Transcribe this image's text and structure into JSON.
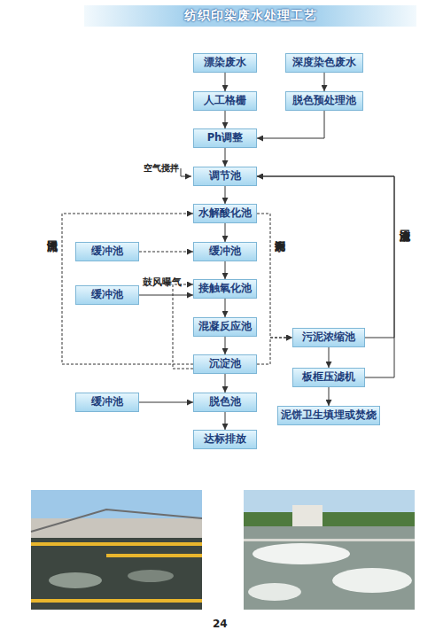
{
  "diagram": {
    "title": "纺织印染废水处理工艺",
    "nodes": [
      {
        "text": [
          "漂染废水"
        ]
      },
      {
        "text": [
          "深度染色废水"
        ]
      },
      {
        "text": [
          "人工格栅"
        ]
      },
      {
        "text": [
          "脱色预处理池"
        ]
      },
      {
        "text": [
          "Ph调整"
        ]
      },
      {
        "text": [
          "调节池"
        ]
      },
      {
        "text": [
          "水解酸化池"
        ]
      },
      {
        "text": [
          "缓冲池"
        ]
      },
      {
        "text": [
          "缓冲池"
        ]
      },
      {
        "text": [
          "缓冲池"
        ]
      },
      {
        "text": [
          "接触氧化池"
        ]
      },
      {
        "text": [
          "混凝反应池"
        ]
      },
      {
        "text": [
          "污泥浓缩池"
        ]
      },
      {
        "text": [
          "沉淀池"
        ]
      },
      {
        "text": [
          "板框压滤机"
        ]
      },
      {
        "text": [
          "缓冲池"
        ]
      },
      {
        "text": [
          "脱色池"
        ]
      },
      {
        "text": [
          "泥饼卫生填埋或焚烧"
        ]
      },
      {
        "text": [
          "达标排放"
        ]
      }
    ],
    "edges": [
      {
        "from": 0,
        "to": 2,
        "arrow": "to"
      },
      {
        "from": 1,
        "to": 3,
        "arrow": "to"
      },
      {
        "from": 2,
        "to": 4,
        "arrow": "to"
      },
      {
        "from": 3,
        "to": 4,
        "arrow": "to"
      },
      {
        "from": 4,
        "to": 5,
        "arrow": "to"
      },
      {
        "from": 5,
        "to": 6,
        "arrow": "to"
      },
      {
        "from": 6,
        "to": 8,
        "arrow": "to"
      },
      {
        "from": 7,
        "to": 8,
        "arrow": "to"
      },
      {
        "from": 8,
        "to": 10,
        "arrow": "to"
      },
      {
        "from": 9,
        "to": 10,
        "label": "鼓风曝气",
        "arrow": "to"
      },
      {
        "from": 10,
        "to": 11,
        "arrow": "to"
      },
      {
        "from": 11,
        "to": 13,
        "arrow": "to"
      },
      {
        "from": 13,
        "to": 16,
        "arrow": "to"
      },
      {
        "from": 15,
        "to": 16,
        "arrow": "to"
      },
      {
        "from": 16,
        "to": 18,
        "arrow": "to"
      },
      {
        "from": 13,
        "to": 6,
        "label": "污泥回流",
        "arrow": "to"
      },
      {
        "from": 13,
        "to": 10,
        "arrow": "to"
      },
      {
        "from": 6,
        "to": 12,
        "label": "剩余污泥",
        "arrow": "to"
      },
      {
        "from": 13,
        "to": 12,
        "arrow": "to"
      },
      {
        "from": 12,
        "to": 14,
        "arrow": "to"
      },
      {
        "from": 14,
        "to": 17,
        "arrow": "to"
      },
      {
        "from": 12,
        "to": 5,
        "label": "上清滤液回流",
        "arrow": "to"
      },
      {
        "from": 14,
        "to": 5,
        "arrow": "to"
      }
    ],
    "labels": [
      "空气搅拌",
      "24"
    ]
  }
}
